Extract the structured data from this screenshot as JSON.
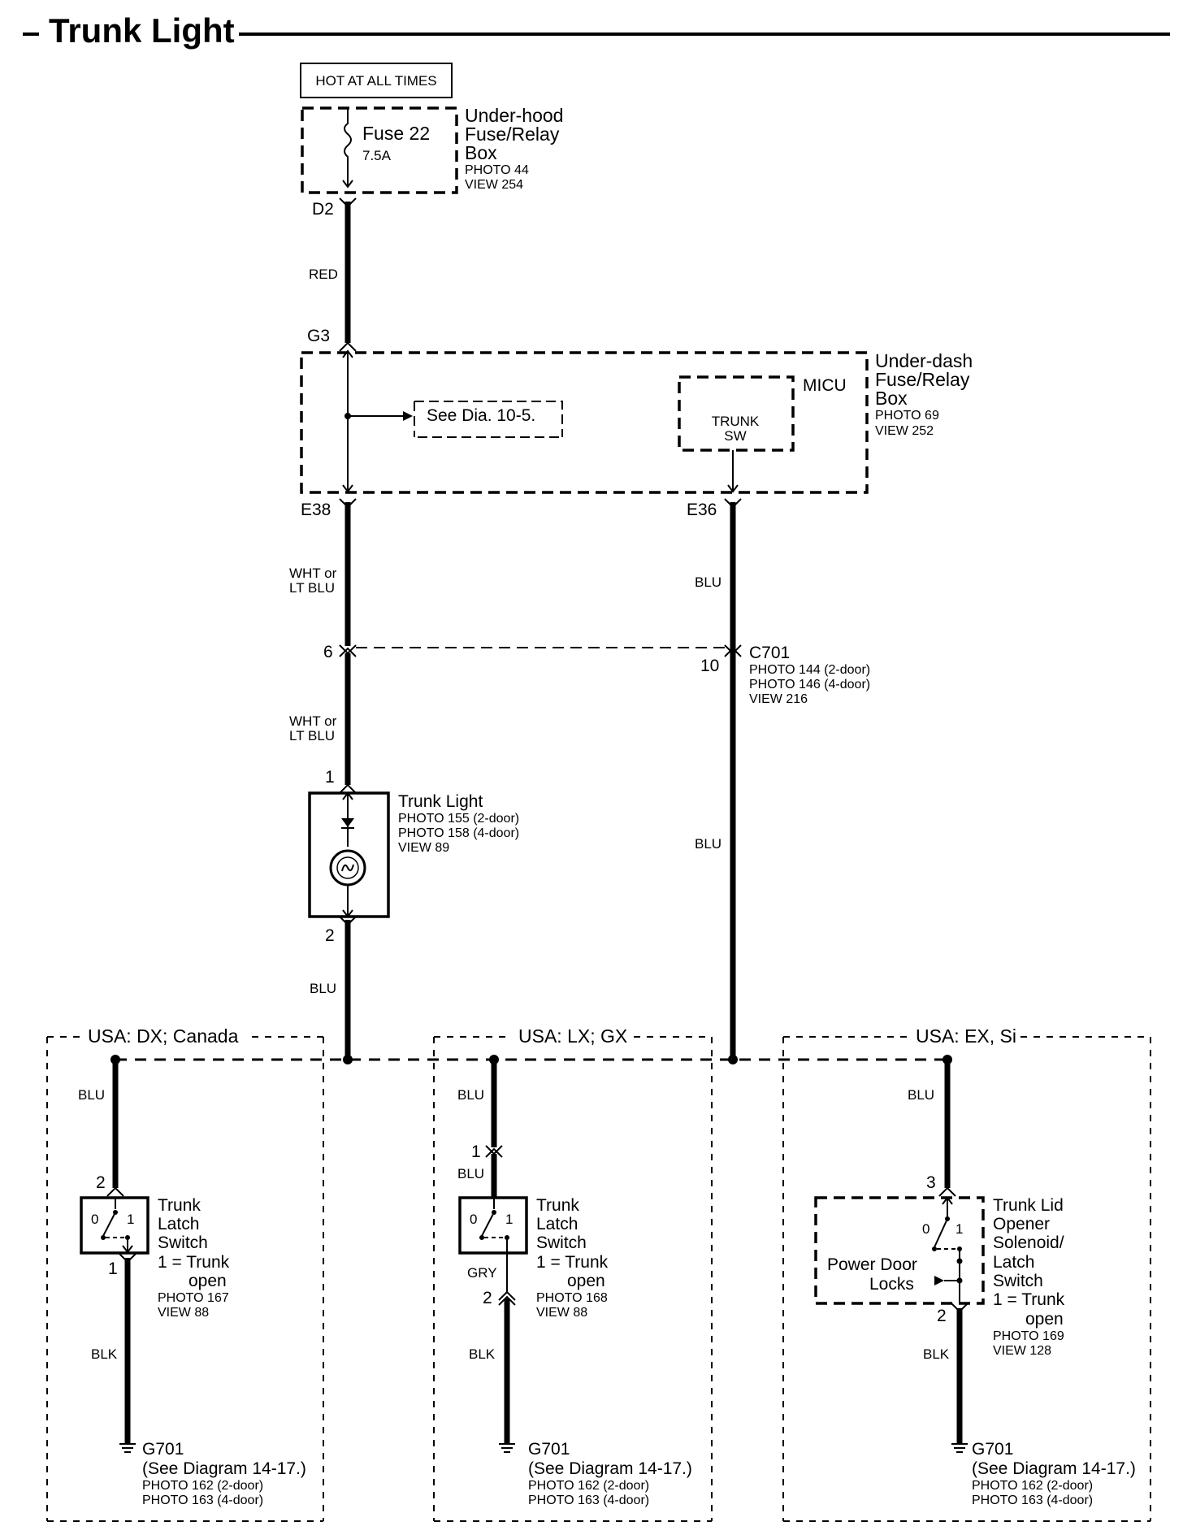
{
  "title": "Trunk Light",
  "hot_label": "HOT AT ALL TIMES",
  "underhood": {
    "fuse_name": "Fuse 22",
    "fuse_rating": "7.5A",
    "name1": "Under-hood",
    "name2": "Fuse/Relay",
    "name3": "Box",
    "photo": "PHOTO 44",
    "view": "VIEW 254"
  },
  "connectors": {
    "d2": "D2",
    "g3": "G3",
    "e38": "E38",
    "e36": "E36",
    "pin6": "6",
    "pin10": "10",
    "lamp_pin1": "1",
    "lamp_pin2": "2"
  },
  "wires": {
    "red": "RED",
    "wht1a": "WHT or",
    "wht1b": "LT BLU",
    "blu_e36": "BLU",
    "wht2a": "WHT or",
    "wht2b": "LT BLU",
    "blu_mid": "BLU",
    "blu_lamp": "BLU"
  },
  "underdash": {
    "see_dia": "See Dia. 10-5.",
    "micu": "MICU",
    "trunk": "TRUNK",
    "sw": "SW",
    "name1": "Under-dash",
    "name2": "Fuse/Relay",
    "name3": "Box",
    "photo": "PHOTO 69",
    "view": "VIEW 252"
  },
  "c701": {
    "name": "C701",
    "photo1": "PHOTO 144 (2-door)",
    "photo2": "PHOTO 146 (4-door)",
    "view": "VIEW 216"
  },
  "trunk_light": {
    "name": "Trunk Light",
    "photo1": "PHOTO 155 (2-door)",
    "photo2": "PHOTO 158 (4-door)",
    "view": "VIEW 89"
  },
  "variants": [
    {
      "header": "USA: DX; Canada",
      "wire_top": "BLU",
      "pin_top": "2",
      "switch_l1": "Trunk",
      "switch_l2": "Latch",
      "switch_l3": "Switch",
      "switch_l4": "1 = Trunk",
      "switch_l5": "open",
      "photo": "PHOTO 167",
      "view": "VIEW 88",
      "pos0": "0",
      "pos1": "1",
      "pin_bottom": "1",
      "wire_bottom": "BLK",
      "ground": "G701",
      "ground_ref": "(See Diagram 14-17.)",
      "ground_photo1": "PHOTO 162 (2-door)",
      "ground_photo2": "PHOTO 163 (4-door)"
    },
    {
      "header": "USA: LX; GX",
      "wire_top": "BLU",
      "conn_pin": "1",
      "wire_mid": "BLU",
      "switch_l1": "Trunk",
      "switch_l2": "Latch",
      "switch_l3": "Switch",
      "switch_l4": "1 = Trunk",
      "switch_l5": "open",
      "photo": "PHOTO 168",
      "view": "VIEW 88",
      "pos0": "0",
      "pos1": "1",
      "wire_gry": "GRY",
      "pin_bottom": "2",
      "wire_bottom": "BLK",
      "ground": "G701",
      "ground_ref": "(See Diagram 14-17.)",
      "ground_photo1": "PHOTO 162 (2-door)",
      "ground_photo2": "PHOTO 163 (4-door)"
    },
    {
      "header": "USA: EX, Si",
      "wire_top": "BLU",
      "pin_top": "3",
      "switch_l1": "Trunk Lid",
      "switch_l2": "Opener",
      "switch_l3": "Solenoid/",
      "switch_l4": "Latch",
      "switch_l5": "Switch",
      "switch_l6": "1 = Trunk",
      "switch_l7": "open",
      "photo": "PHOTO 169",
      "view": "VIEW 128",
      "pos0": "0",
      "pos1": "1",
      "pdl1": "Power Door",
      "pdl2": "Locks",
      "pin_bottom": "2",
      "wire_bottom": "BLK",
      "ground": "G701",
      "ground_ref": "(See Diagram 14-17.)",
      "ground_photo1": "PHOTO 162 (2-door)",
      "ground_photo2": "PHOTO 163 (4-door)"
    }
  ]
}
